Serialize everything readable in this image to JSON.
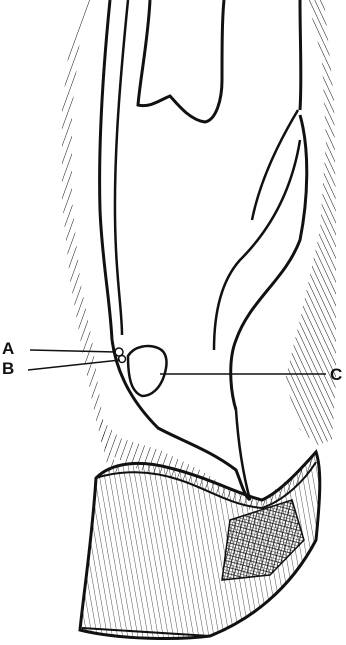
{
  "figure": {
    "labels": {
      "a": "A",
      "b": "B",
      "c": "C"
    },
    "ink_color": "#111111",
    "background": "#ffffff"
  }
}
